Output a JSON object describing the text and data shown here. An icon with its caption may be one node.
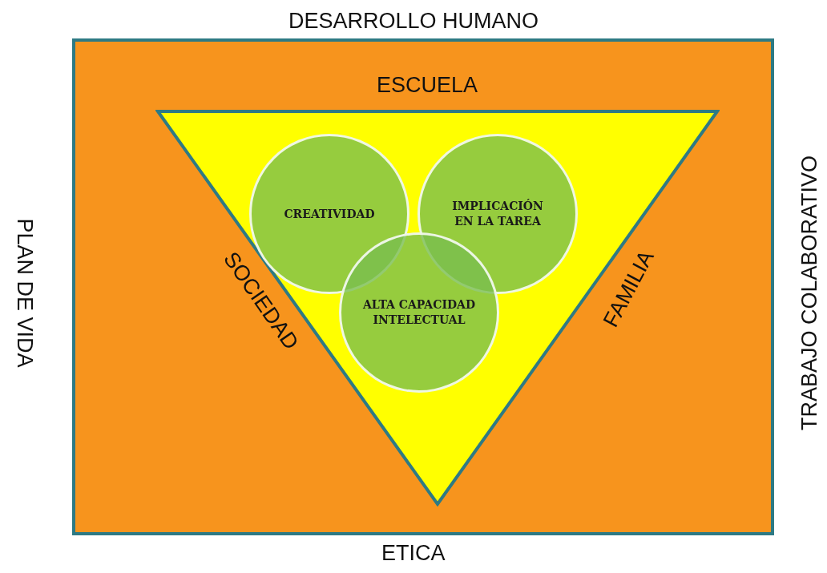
{
  "diagram": {
    "nodes": [
      {
        "text": [],
        "shape": "box"
      },
      {
        "text": [],
        "shape": "triangle",
        "in": 0
      },
      {
        "text": [
          "CREATIVIDAD"
        ],
        "in": 1
      },
      {
        "text": [
          "IMPLICACIÓN EN LA TAREA"
        ],
        "in": 1
      },
      {
        "text": [
          "ALTA CAPACIDAD INTELECTUAL"
        ],
        "in": 1
      }
    ],
    "labels": [
      "DESARROLLO HUMANO",
      "ESCUELA",
      "TRABAJO COLABORATIVO",
      "PLAN DE VIDA",
      "SOCIEDAD",
      "FAMILIA",
      "ETICA"
    ]
  }
}
